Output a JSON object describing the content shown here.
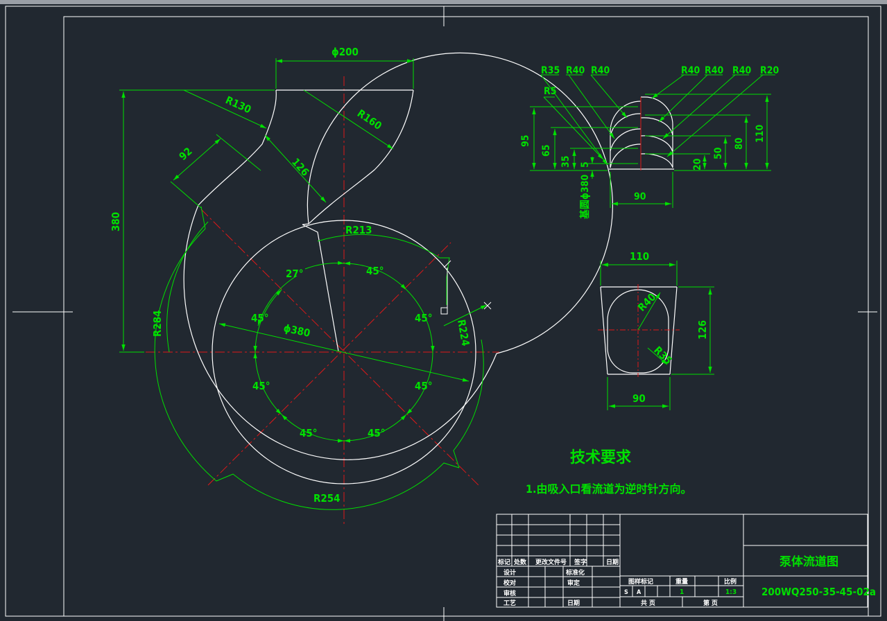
{
  "colors": {
    "background": "#212830",
    "outline": "#ffffff",
    "dimension": "#00e000",
    "centerline": "#e01818",
    "annotation": "#00e000"
  },
  "volute": {
    "dims": {
      "outlet_diameter": "ϕ200",
      "r130": "R130",
      "r160": "R160",
      "d92": "92",
      "d126": "126",
      "h380": "380",
      "r213": "R213",
      "d_base": "ϕ380",
      "r284": "R284",
      "r224": "R224",
      "r254": "R254",
      "a27": "27°",
      "a45": "45°"
    }
  },
  "section_detail": {
    "labels": [
      "R35",
      "R40",
      "R40",
      "R40",
      "R40",
      "R40",
      "R20",
      "R5"
    ],
    "left_dims": [
      "95",
      "65",
      "35",
      "5"
    ],
    "right_dims": [
      "110",
      "80",
      "50",
      "20"
    ],
    "width": "90",
    "base_circle": "基圆ϕ380"
  },
  "outlet_section": {
    "top_width": "110",
    "r40": "R40",
    "r35": "R35",
    "height": "126",
    "bottom_width": "90"
  },
  "tech_requirements": {
    "title": "技术要求",
    "items": [
      "1.由吸入口看流道为逆时针方向。"
    ]
  },
  "title_block": {
    "drawing_name": "泵体流道图",
    "drawing_number": "200WQ250-35-45-02a",
    "rev_headers": [
      "标记",
      "处数",
      "更改文件号",
      "签字",
      "日期"
    ],
    "roles": [
      "设计",
      "校对",
      "审核",
      "工艺"
    ],
    "role_right": [
      "标准化",
      "审定",
      "",
      "日期"
    ],
    "mid_headers": [
      "图样标记",
      "重量",
      "比例"
    ],
    "marks": [
      "S",
      "A"
    ],
    "weight": "1",
    "scale": "1:3",
    "sheet_total": "共  页",
    "sheet_no": "第  页"
  }
}
